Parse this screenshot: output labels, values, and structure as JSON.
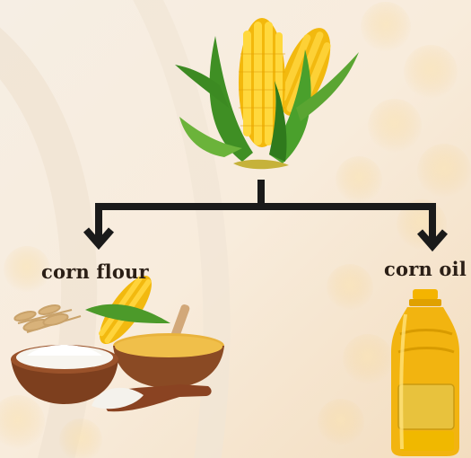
{
  "diagram": {
    "source": {
      "name": "corn-cob",
      "icon": "corn-cob-icon"
    },
    "branches": [
      {
        "label": "corn flour",
        "icon": "corn-flour-bowls-icon"
      },
      {
        "label": "corn oil",
        "icon": "corn-oil-bottle-icon"
      }
    ],
    "colors": {
      "arrow": "#1a1a1a",
      "corn_kernel": "#f5c518",
      "husk": "#4c9a2a",
      "bowl": "#8a4a24",
      "oil": "#f0b000",
      "background": "#f7ecdd"
    }
  }
}
